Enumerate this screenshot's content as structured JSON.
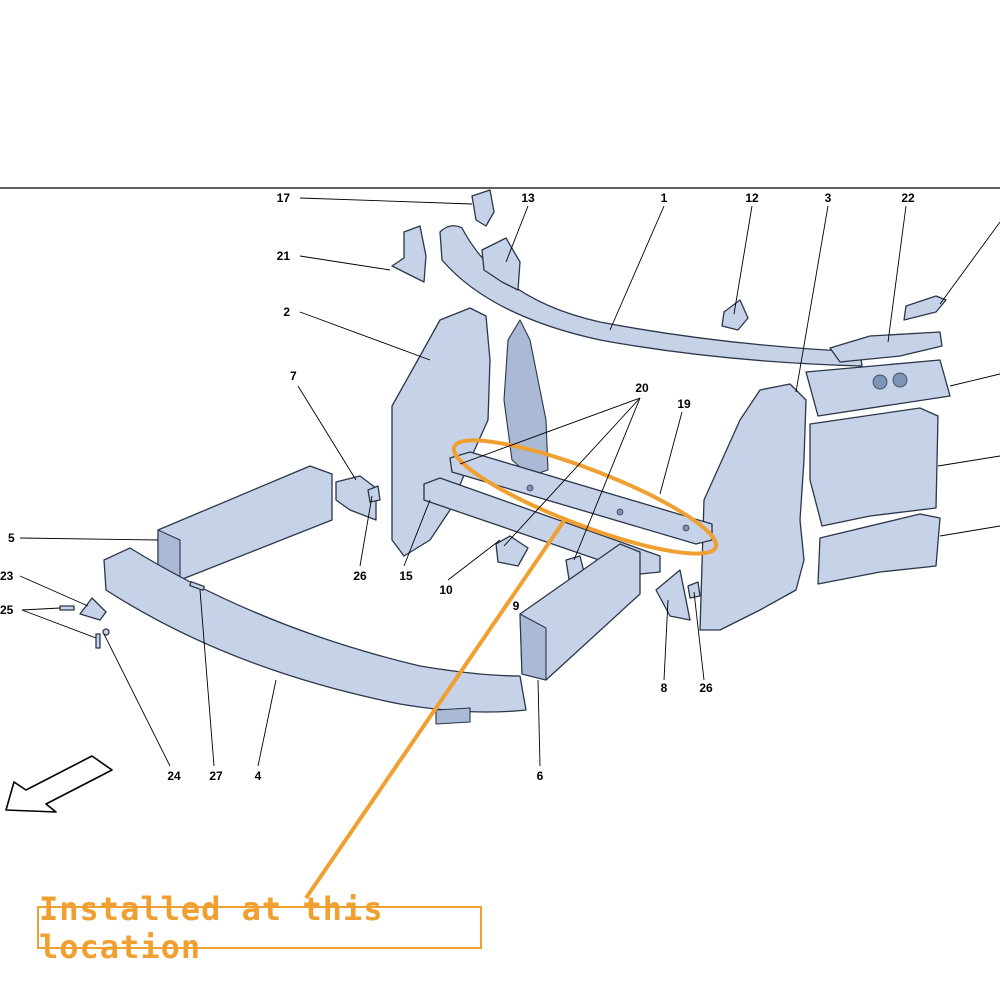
{
  "callout": {
    "text": "Installed at this location",
    "color": "#f0a030"
  },
  "colors": {
    "part_fill": "#c5d2e8",
    "part_outline": "#2b3648",
    "frame_line": "#000000"
  },
  "labels": {
    "l1": "1",
    "l2": "2",
    "l3": "3",
    "l4": "4",
    "l5": "5",
    "l6": "6",
    "l7": "7",
    "l8": "8",
    "l9": "9",
    "l10": "10",
    "l12": "12",
    "l13": "13",
    "l15": "15",
    "l17": "17",
    "l19": "19",
    "l20": "20",
    "l21": "21",
    "l22": "22",
    "l23": "23",
    "l24": "24",
    "l25": "25",
    "l26a": "26",
    "l26b": "26",
    "l27": "27"
  },
  "icons": {
    "direction": "front-direction-arrow-icon"
  }
}
